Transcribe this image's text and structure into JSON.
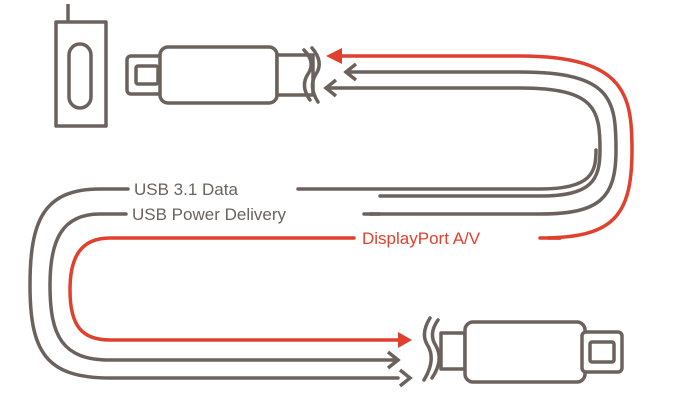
{
  "diagram": {
    "labels": {
      "usb_data": "USB 3.1 Data",
      "usb_power": "USB Power Delivery",
      "displayport": "DisplayPort A/V"
    },
    "colors": {
      "cable": "#6b625d",
      "displayport": "#e0402e",
      "background": "#ffffff"
    },
    "icons": {
      "port": "usb-c-port-icon",
      "plug": "usb-c-plug-icon",
      "arrow": "arrowhead-icon"
    }
  }
}
